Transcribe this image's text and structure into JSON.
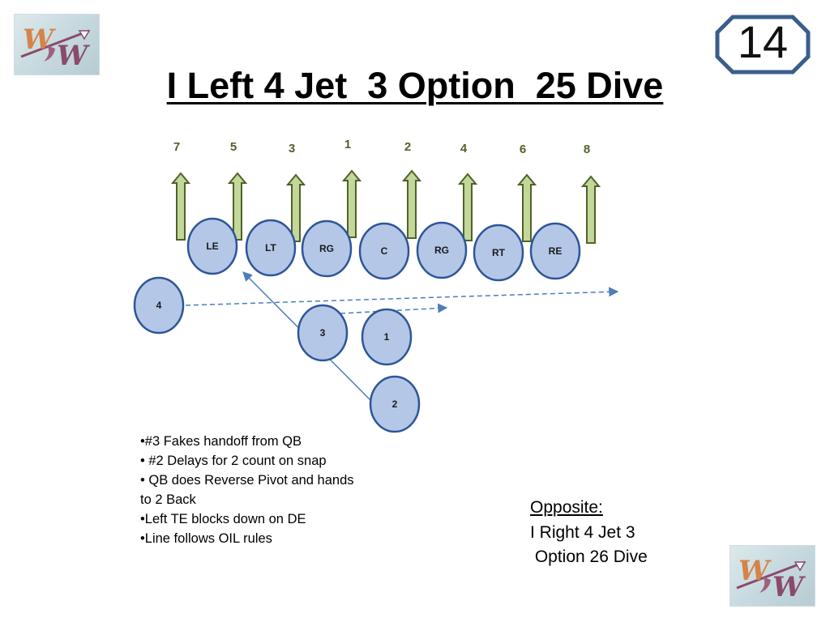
{
  "title": "I Left 4 Jet  3 Option  25 Dive",
  "slide_number": "14",
  "logo": {
    "letters": [
      "W",
      "W"
    ]
  },
  "colors": {
    "player_fill": "#b4c7e7",
    "player_stroke": "#2f5597",
    "hole_arrow_fill": "#c4d79b",
    "hole_arrow_stroke": "#4f6228",
    "hole_number": "#4f6228",
    "route_line": "#4a7ebb",
    "slide_badge_stroke": "#3a5d8c"
  },
  "holes": [
    "7",
    "5",
    "3",
    "1",
    "2",
    "4",
    "6",
    "8"
  ],
  "linemen": [
    "LE",
    "LT",
    "RG",
    "C",
    "RG",
    "RT",
    "RE"
  ],
  "backs": [
    "4",
    "3",
    "1",
    "2"
  ],
  "notes": [
    "•#3 Fakes handoff from QB",
    "• #2 Delays for 2 count on snap",
    "• QB does Reverse Pivot and hands to 2 Back",
    "•Left TE blocks down on DE",
    "•Line follows OIL rules"
  ],
  "opposite": {
    "label": "Opposite:",
    "lines": [
      "I Right 4 Jet 3",
      " Option 26 Dive"
    ]
  }
}
